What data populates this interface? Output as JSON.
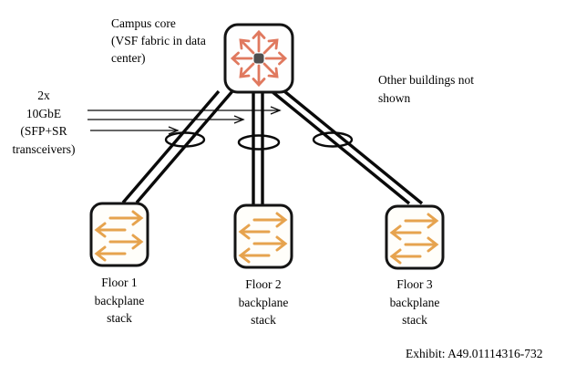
{
  "campus_core": {
    "label_lines": [
      "Campus core",
      "(VSF fabric in data",
      "center)"
    ]
  },
  "uplink_note": {
    "lines": [
      "2x",
      "10GbE",
      "(SFP+SR",
      "transceivers)"
    ]
  },
  "other_buildings_note": {
    "lines": [
      "Other buildings not",
      "shown"
    ]
  },
  "floors": [
    {
      "label_lines": [
        "Floor 1",
        "backplane",
        "stack"
      ]
    },
    {
      "label_lines": [
        "Floor 2",
        "backplane",
        "stack"
      ]
    },
    {
      "label_lines": [
        "Floor 3",
        "backplane",
        "stack"
      ]
    }
  ],
  "exhibit_label": "Exhibit: A49.01114316-732",
  "icons": {
    "core": "multilayer-core-switch-icon",
    "floor": "stack-switch-icon",
    "aggregation": "link-aggregation-loop"
  },
  "colors": {
    "core_arrows": "#e0795f",
    "floor_arrows": "#e6a34e",
    "links": "#0a0a0a",
    "icon_border": "#141414",
    "background": "#ffffff",
    "text": "#000000"
  }
}
